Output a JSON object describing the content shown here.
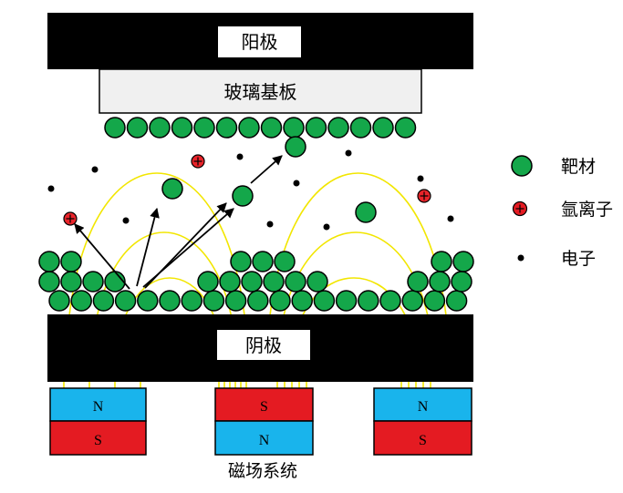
{
  "labels": {
    "anode": "阳极",
    "glass_substrate": "玻璃基板",
    "cathode": "阴极",
    "magnetic_system": "磁场系统"
  },
  "legend": [
    {
      "key": "target",
      "label": "靶材",
      "icon": "green-circle-icon"
    },
    {
      "key": "argon_ion",
      "label": "氩离子",
      "icon": "red-plus-circle-icon"
    },
    {
      "key": "electron",
      "label": "电子",
      "icon": "black-dot-icon"
    }
  ],
  "magnets": [
    {
      "top": "N",
      "bottom": "S"
    },
    {
      "top": "S",
      "bottom": "N"
    },
    {
      "top": "N",
      "bottom": "S"
    }
  ],
  "colors": {
    "target_fill": "#14a74a",
    "ion_fill": "#e8242a",
    "north_fill": "#19b4ec",
    "south_fill": "#e41b22",
    "field_line": "#f2e600",
    "electrode": "#000000",
    "glass": "#f0f0f0"
  }
}
